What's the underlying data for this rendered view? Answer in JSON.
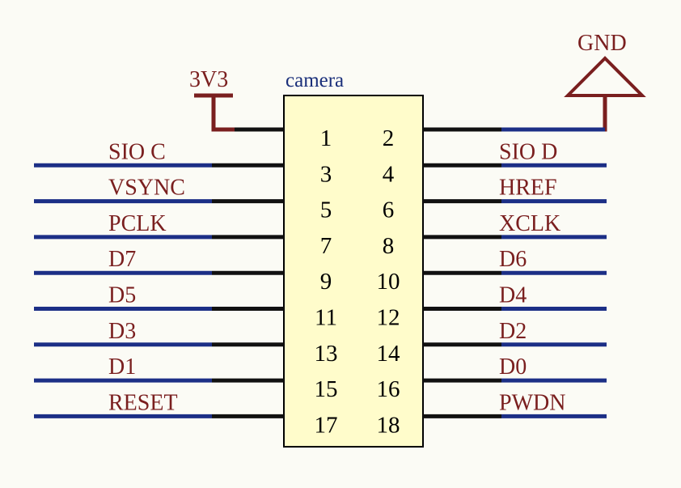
{
  "component": {
    "name": "camera",
    "body_color": "#fffccb",
    "outline_color": "#000000"
  },
  "colors": {
    "net": "#1c2f86",
    "label": "#7a1f1f",
    "power": "#7a1f1f",
    "pin_number": "#000000"
  },
  "power": {
    "vcc_label": "3V3",
    "gnd_label": "GND",
    "vcc_symbol": "bar-power-icon",
    "gnd_symbol": "triangle-ground-icon"
  },
  "pins": [
    {
      "left_num": "1",
      "left_label": "",
      "right_num": "2",
      "right_label": ""
    },
    {
      "left_num": "3",
      "left_label": "SIO C",
      "right_num": "4",
      "right_label": "SIO D"
    },
    {
      "left_num": "5",
      "left_label": "VSYNC",
      "right_num": "6",
      "right_label": "HREF"
    },
    {
      "left_num": "7",
      "left_label": "PCLK",
      "right_num": "8",
      "right_label": "XCLK"
    },
    {
      "left_num": "9",
      "left_label": "D7",
      "right_num": "10",
      "right_label": "D6"
    },
    {
      "left_num": "11",
      "left_label": "D5",
      "right_num": "12",
      "right_label": "D4"
    },
    {
      "left_num": "13",
      "left_label": "D3",
      "right_num": "14",
      "right_label": "D2"
    },
    {
      "left_num": "15",
      "left_label": "D1",
      "right_num": "16",
      "right_label": "D0"
    },
    {
      "left_num": "17",
      "left_label": "RESET",
      "right_num": "18",
      "right_label": "PWDN"
    }
  ]
}
